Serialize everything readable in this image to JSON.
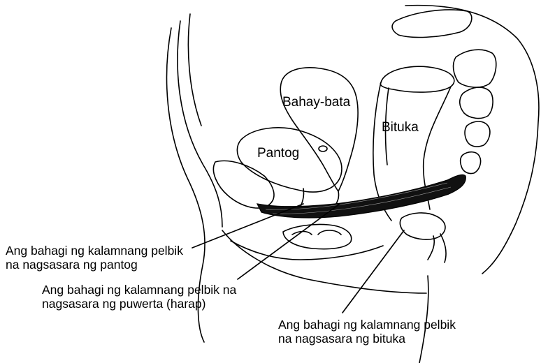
{
  "diagram": {
    "organs": {
      "uterus": "Bahay-bata",
      "bladder": "Pantog",
      "rectum": "Bituka"
    },
    "callouts": [
      {
        "line1": "Ang bahagi ng kalamnang pelbik",
        "line2": "na nagsasara ng pantog"
      },
      {
        "line1": "Ang bahagi ng kalamnang pelbik na",
        "line2": "nagsasara ng puwerta (harap)"
      },
      {
        "line1": "Ang bahagi ng kalamnang pelbik",
        "line2": "na  nagsasara ng bituka"
      }
    ]
  }
}
